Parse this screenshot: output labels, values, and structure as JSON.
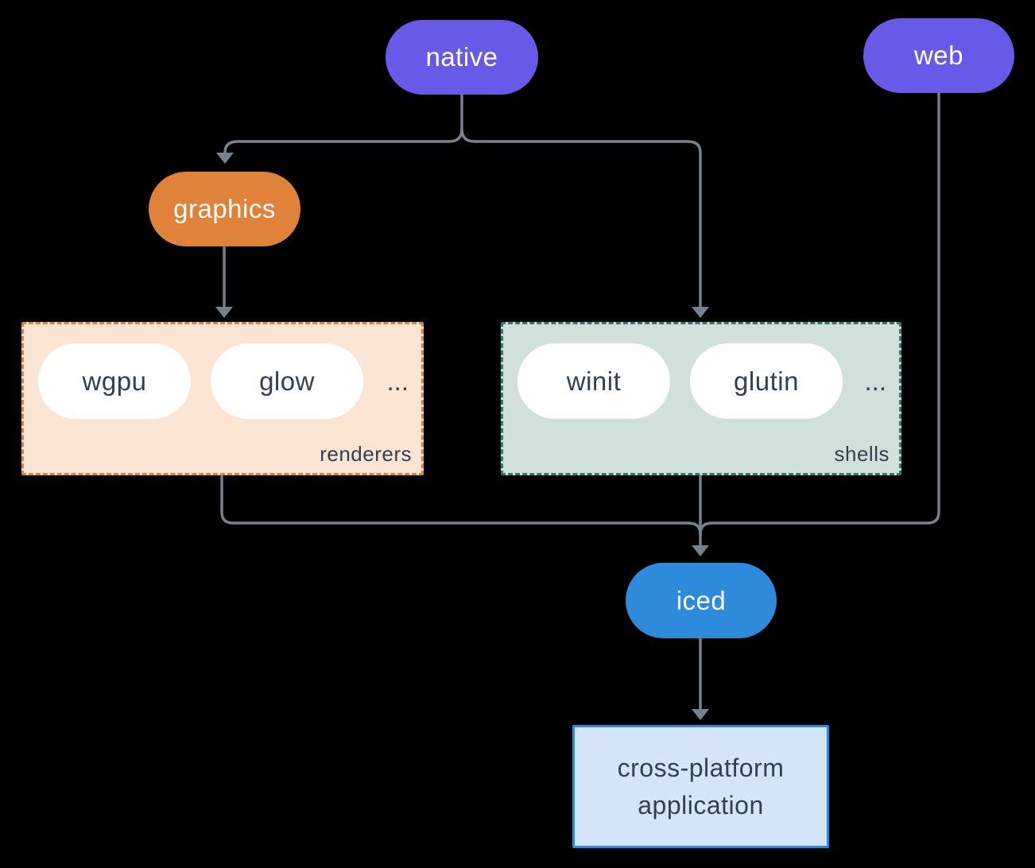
{
  "colors": {
    "background": "#000000",
    "connector": "#76838F",
    "node_text": "#FFFFFF",
    "dark_text": "#33404E"
  },
  "nodes": {
    "native": {
      "label": "native",
      "color": "#675AE9"
    },
    "web": {
      "label": "web",
      "color": "#675AE9"
    },
    "graphics": {
      "label": "graphics",
      "color": "#E08239"
    },
    "iced": {
      "label": "iced",
      "color": "#2E8ADB"
    },
    "app": {
      "line1": "cross-platform",
      "line2": "application",
      "bg": "#D3E5F7",
      "border": "#2F86DE"
    }
  },
  "groups": {
    "renderers": {
      "label": "renderers",
      "items": [
        "wgpu",
        "glow"
      ],
      "ellipsis": "...",
      "bg": "#FAE4D3",
      "border": "#DF8138"
    },
    "shells": {
      "label": "shells",
      "items": [
        "winit",
        "glutin"
      ],
      "ellipsis": "...",
      "bg": "#D0E0DB",
      "border": "#2A7D6E"
    }
  }
}
